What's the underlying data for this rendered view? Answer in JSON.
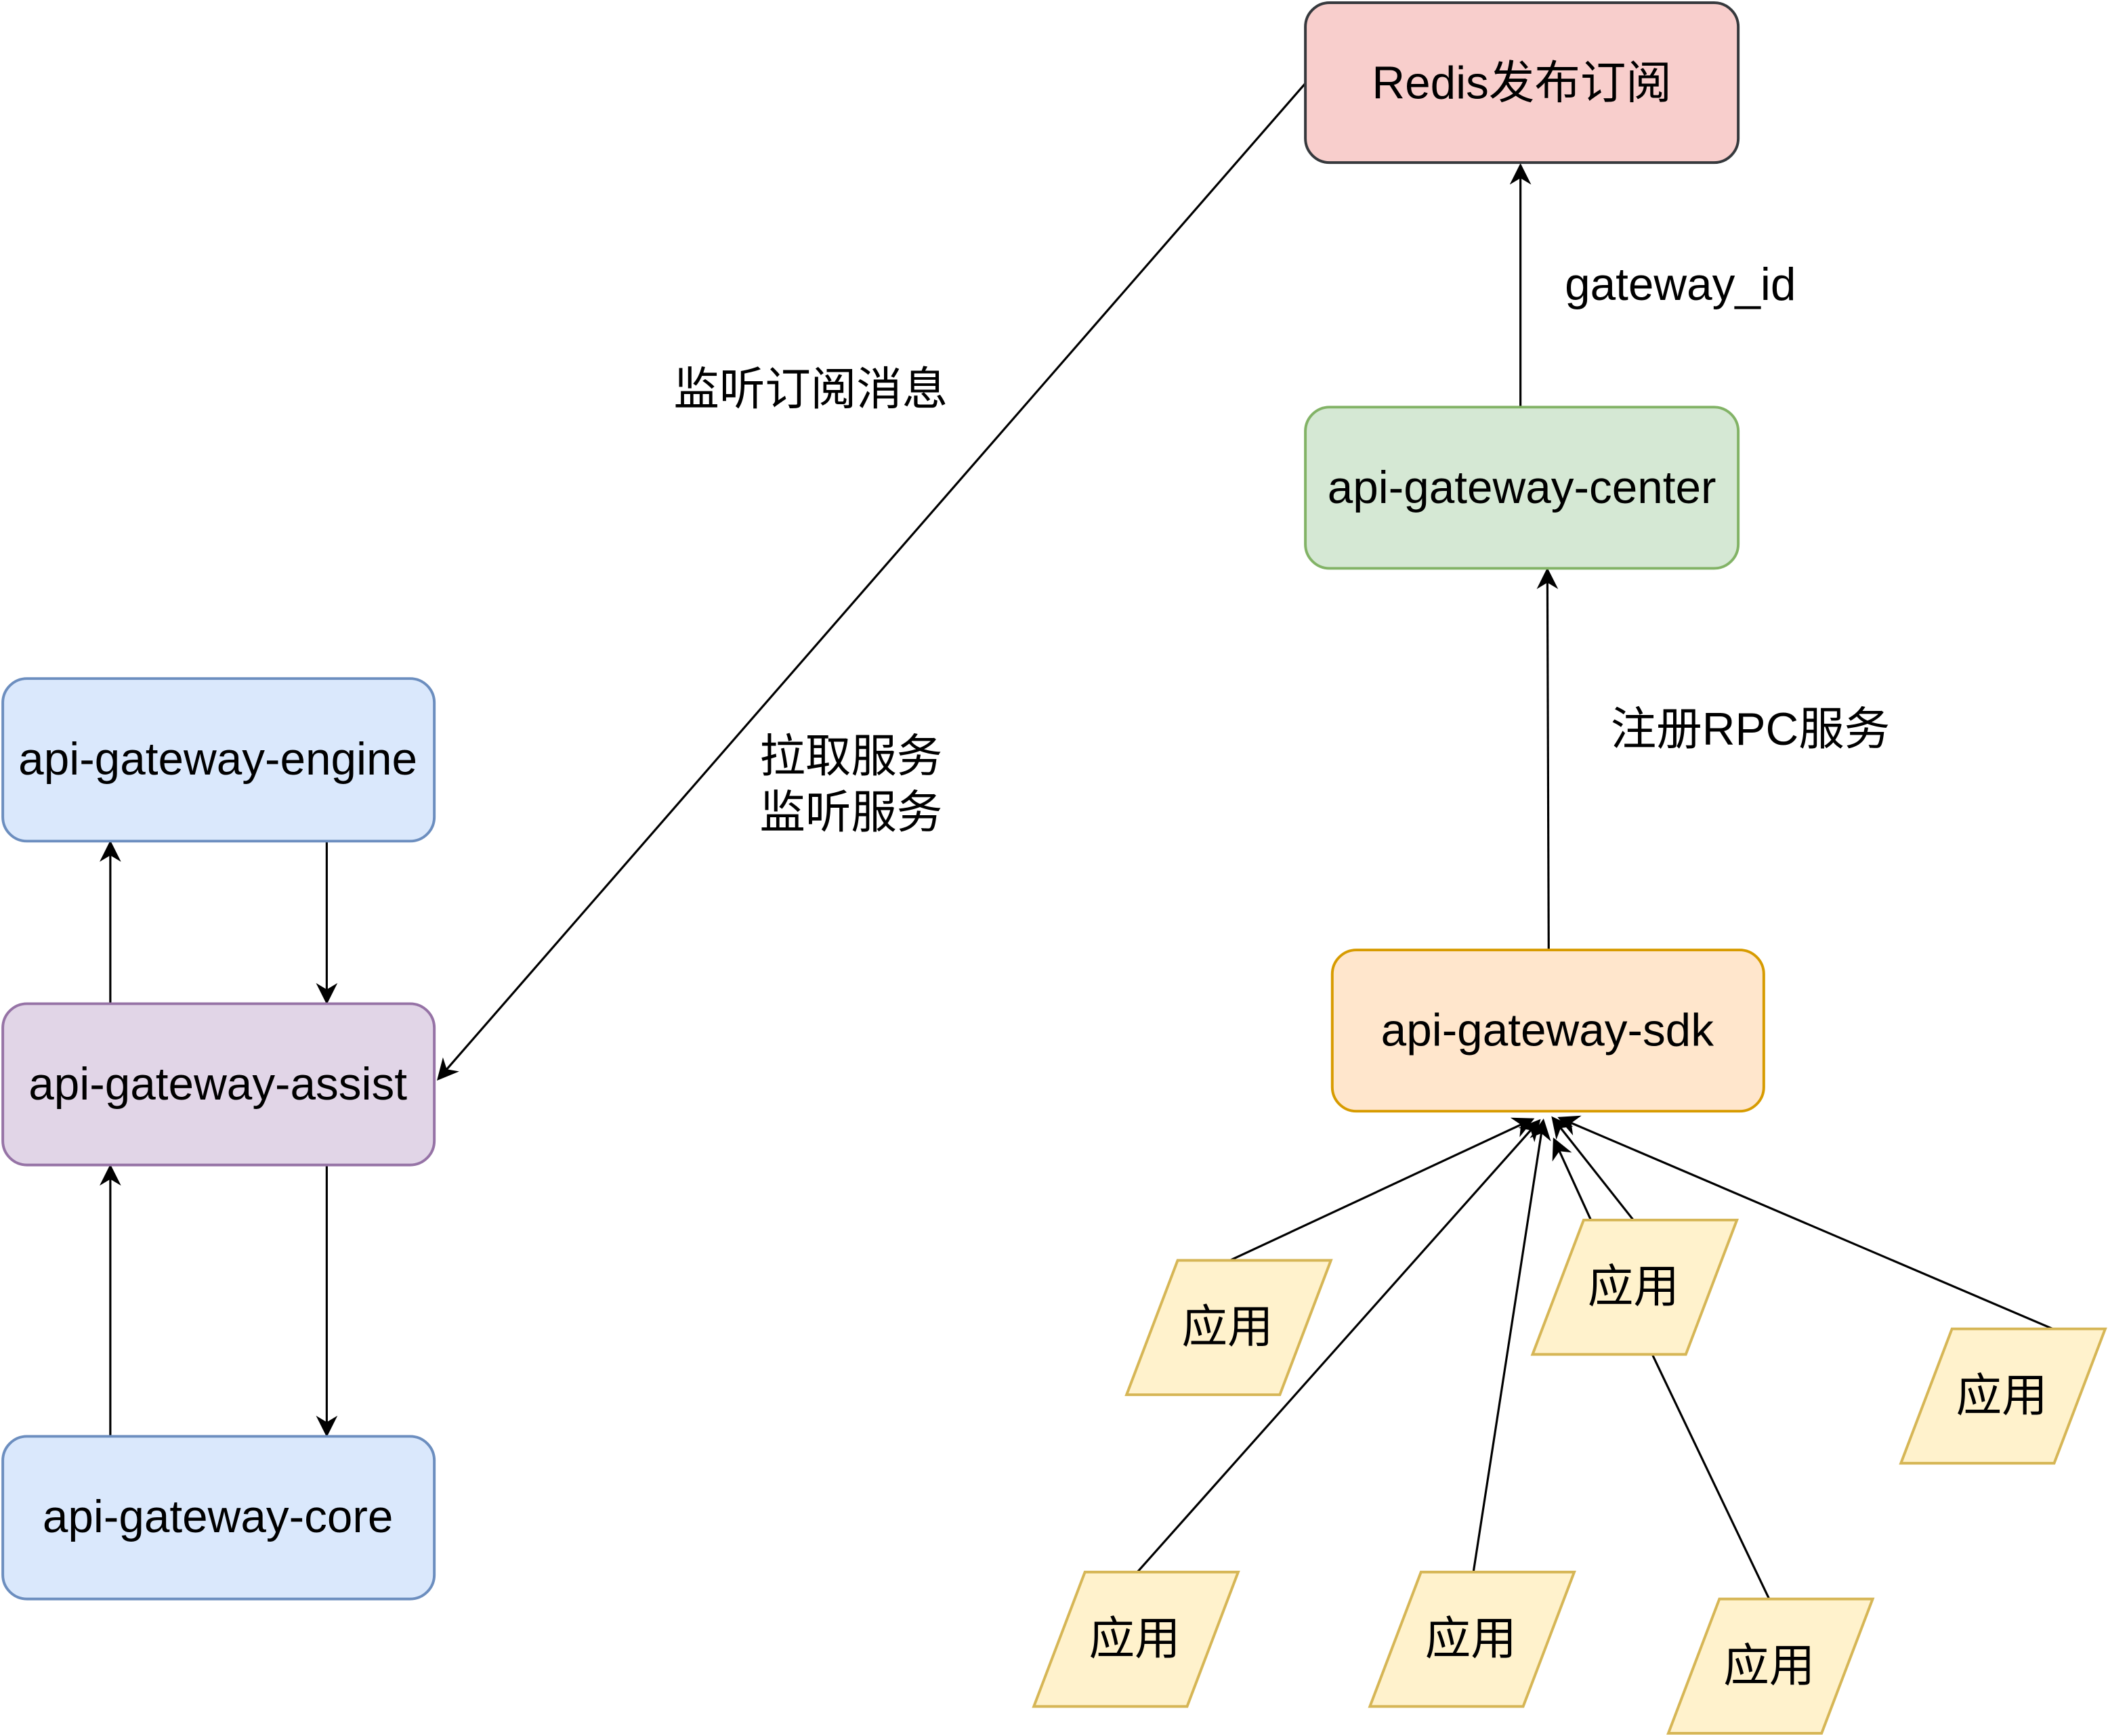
{
  "diagram": {
    "nodes": {
      "redis": {
        "label": "Redis发布订阅",
        "fill": "#f8cecc",
        "stroke": "#36393d"
      },
      "center": {
        "label": "api-gateway-center",
        "fill": "#d5e8d4",
        "stroke": "#82b366"
      },
      "engine": {
        "label": "api-gateway-engine",
        "fill": "#dae8fc",
        "stroke": "#6c8ebf"
      },
      "assist": {
        "label": "api-gateway-assist",
        "fill": "#e1d5e7",
        "stroke": "#9673a6"
      },
      "core": {
        "label": "api-gateway-core",
        "fill": "#dae8fc",
        "stroke": "#6c8ebf"
      },
      "sdk": {
        "label": "api-gateway-sdk",
        "fill": "#ffe6cc",
        "stroke": "#d79b00"
      }
    },
    "apps": [
      {
        "label": "应用"
      },
      {
        "label": "应用"
      },
      {
        "label": "应用"
      },
      {
        "label": "应用"
      },
      {
        "label": "应用"
      },
      {
        "label": "应用"
      }
    ],
    "app_style": {
      "fill": "#fff2cc",
      "stroke": "#d6b656"
    },
    "edge_labels": {
      "gateway_id": "gateway_id",
      "listen_subscribe": "监听订阅消息",
      "pull_service": "拉取服务",
      "listen_service": "监听服务",
      "register_rpc": "注册RPC服务"
    }
  }
}
